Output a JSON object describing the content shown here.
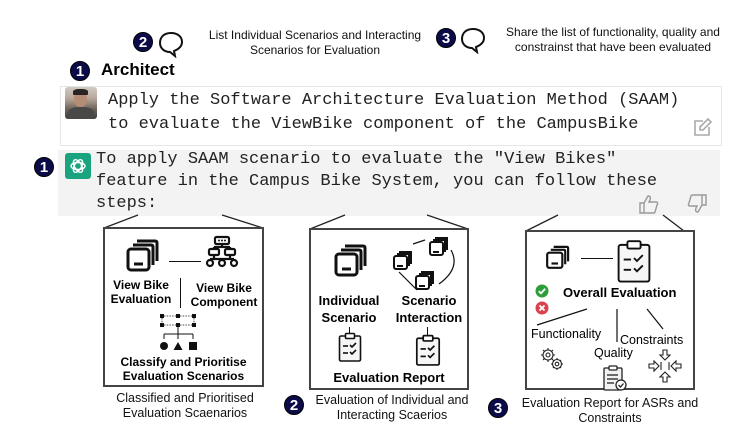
{
  "steps_top": [
    {
      "badge": "2",
      "text_line1": "List Individual Scenarios and Interacting",
      "text_line2": "Scenarios for Evaluation"
    },
    {
      "badge": "3",
      "text_line1": "Share the list of functionality, quality and",
      "text_line2": "constrainst that have been evaluated"
    }
  ],
  "architect": {
    "badge": "1",
    "label": "Architect"
  },
  "prompt": {
    "line1": "Apply the Software Architecture Evaluation Method (SAAM)",
    "line2": "to evaluate the ViewBike component of the CampusBike",
    "edit_icon": "edit-icon"
  },
  "answer": {
    "badge": "1",
    "line1": "To apply SAAM scenario to evaluate the \"View Bikes\"",
    "line2": "feature in the Campus Bike System, you can follow these",
    "line3": "steps:",
    "thumbs_up_icon": "thumbs-up-icon",
    "thumbs_down_icon": "thumbs-down-icon"
  },
  "panels": [
    {
      "labels": {
        "view_bike_evaluation_1": "View Bike",
        "view_bike_evaluation_2": "Evaluation",
        "view_bike_component_1": "View Bike",
        "view_bike_component_2": "Component",
        "classify_1": "Classify and Prioritise",
        "classify_2": "Evaluation Scenarios"
      },
      "caption_line1": "Classified and Prioritised",
      "caption_line2": "Evaluation Scaenarios"
    },
    {
      "labels": {
        "individual_1": "Individual",
        "individual_2": "Scenario",
        "interaction_1": "Scenario",
        "interaction_2": "Interaction",
        "report": "Evaluation Report"
      },
      "badge": "2",
      "caption_line1": "Evaluation of Individual and",
      "caption_line2": "Interacting Scaerios"
    },
    {
      "labels": {
        "overall": "Overall Evaluation",
        "functionality": "Functionality",
        "quality": "Quality",
        "constraints": "Constraints"
      },
      "badge": "3",
      "caption_line1": "Evaluation Report for ASRs and",
      "caption_line2": "Constraints"
    }
  ],
  "colors": {
    "badge": "#0b0b4a",
    "chatgpt_green": "#19a37f",
    "check_green": "#2e9e3a",
    "cross_red": "#d9434f"
  }
}
